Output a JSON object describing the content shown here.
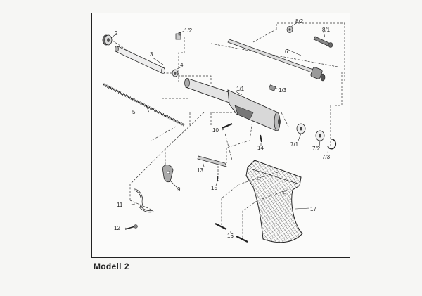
{
  "title": {
    "model_word": "Modell",
    "model_number": "2"
  },
  "callouts": [
    {
      "id": "label-1-2",
      "text": "1/2"
    },
    {
      "id": "label-2",
      "text": "2"
    },
    {
      "id": "label-3",
      "text": "3"
    },
    {
      "id": "label-4",
      "text": "4"
    },
    {
      "id": "label-5",
      "text": "5"
    },
    {
      "id": "label-6",
      "text": "6"
    },
    {
      "id": "label-8-2",
      "text": "8/2"
    },
    {
      "id": "label-8-1",
      "text": "8/1"
    },
    {
      "id": "label-1-1",
      "text": "1/1"
    },
    {
      "id": "label-1-3",
      "text": "1/3"
    },
    {
      "id": "label-10",
      "text": "10"
    },
    {
      "id": "label-14",
      "text": "14"
    },
    {
      "id": "label-7-1",
      "text": "7/1"
    },
    {
      "id": "label-7-2",
      "text": "7/2"
    },
    {
      "id": "label-7-3",
      "text": "7/3"
    },
    {
      "id": "label-13",
      "text": "13"
    },
    {
      "id": "label-9",
      "text": "9"
    },
    {
      "id": "label-15",
      "text": "15"
    },
    {
      "id": "label-11",
      "text": "11"
    },
    {
      "id": "label-17",
      "text": "17"
    },
    {
      "id": "label-12",
      "text": "12"
    },
    {
      "id": "label-16",
      "text": "16"
    }
  ],
  "colors": {
    "ink": "#222222",
    "paper": "#fbfbfa",
    "shade": "#bdbdbd"
  }
}
